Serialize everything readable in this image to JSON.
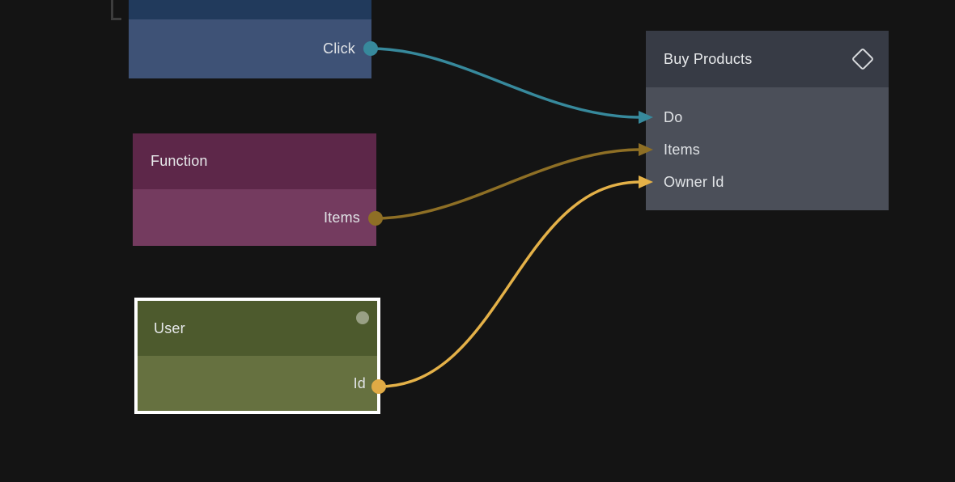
{
  "canvas": {
    "background_color": "#141414",
    "corner_bracket_color": "#3d3d3d"
  },
  "nodes": {
    "click": {
      "output_label": "Click",
      "header_color": "#213a5c",
      "body_color": "#3e5276",
      "port_color": "#37899c"
    },
    "function": {
      "title": "Function",
      "output_label": "Items",
      "header_color": "#5d2749",
      "body_color": "#743b5f",
      "port_color": "#8e6f25"
    },
    "user": {
      "title": "User",
      "output_label": "Id",
      "header_color": "#4d5a2d",
      "body_color": "#667140",
      "port_color": "#e0aa45",
      "selected": true,
      "selection_color": "#ffffff",
      "status_dot_color": "#99a085"
    },
    "buy_products": {
      "title": "Buy Products",
      "icon": "diamond-icon",
      "header_color": "#373b45",
      "body_color": "#4b4f59",
      "inputs": [
        {
          "label": "Do",
          "color": "#37899c"
        },
        {
          "label": "Items",
          "color": "#8e6f25"
        },
        {
          "label": "Owner Id",
          "color": "#e4b148"
        }
      ]
    }
  },
  "connections": [
    {
      "from_node": "click",
      "from_port": "Click",
      "to_node": "buy_products",
      "to_port": "Do",
      "color": "#37899c"
    },
    {
      "from_node": "function",
      "from_port": "Items",
      "to_node": "buy_products",
      "to_port": "Items",
      "color": "#8e6f25"
    },
    {
      "from_node": "user",
      "from_port": "Id",
      "to_node": "buy_products",
      "to_port": "Owner Id",
      "color": "#e4b148"
    }
  ]
}
